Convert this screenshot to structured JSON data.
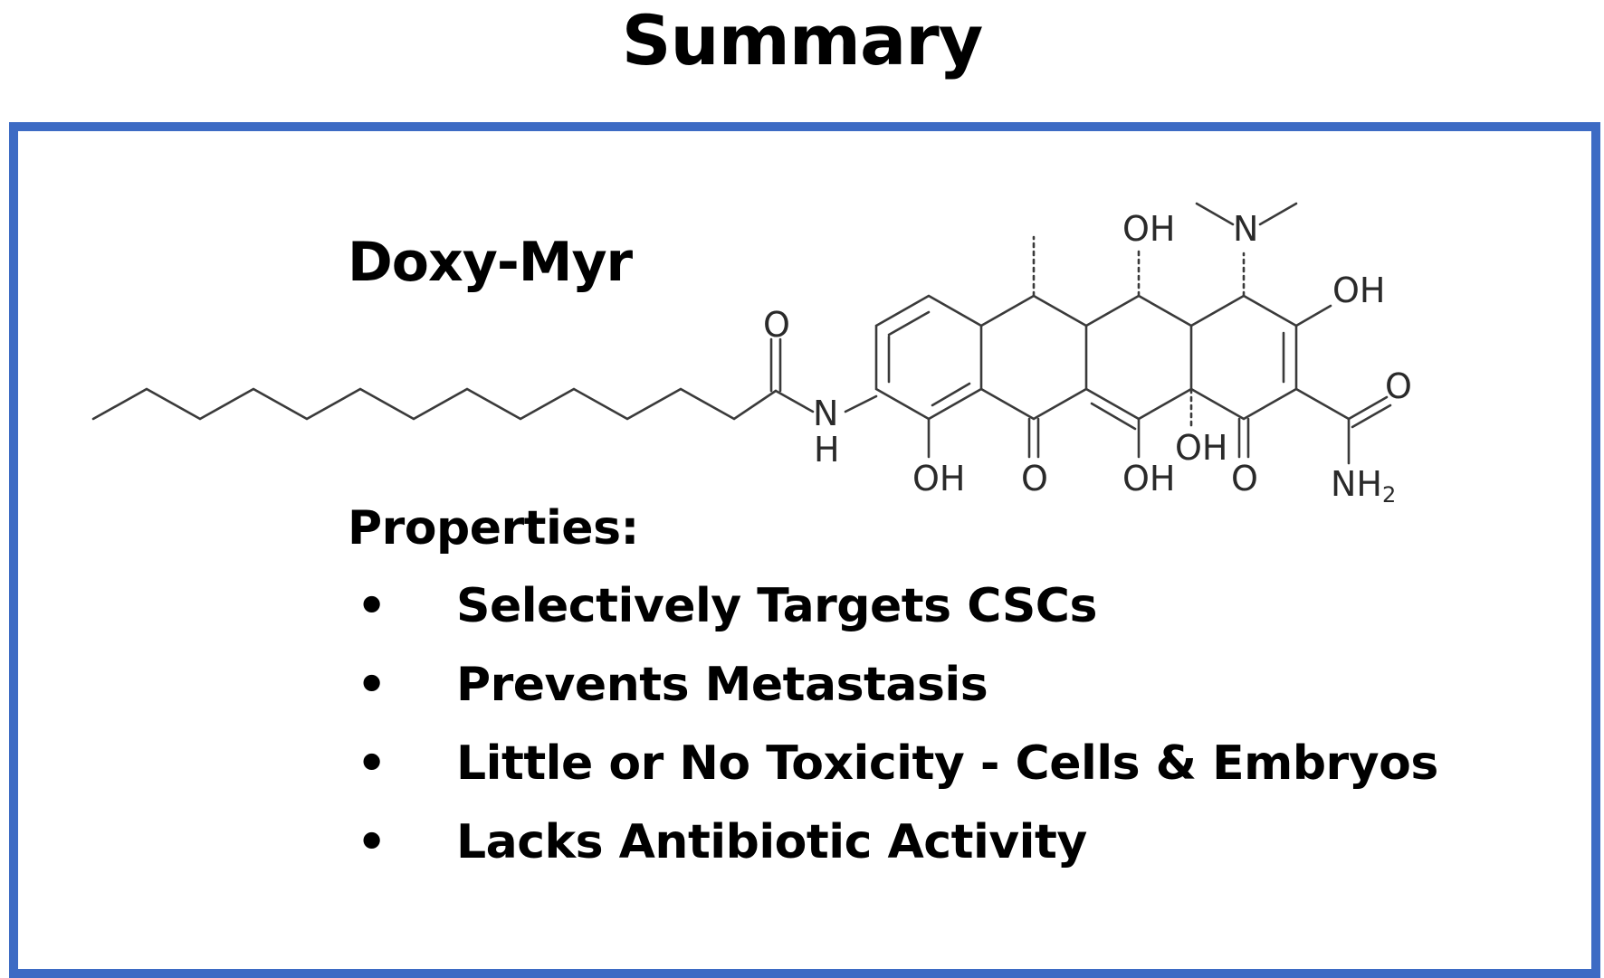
{
  "title": "Summary",
  "panel": {
    "border_color": "#3d6bc4",
    "compound_name": "Doxy-Myr",
    "structure_atom_labels": {
      "amide_oxygen": "O",
      "amide_nitrogen": "N",
      "amide_hydrogen": "H",
      "hydroxyl_1": "OH",
      "ketone_1": "O",
      "hydroxyl_2": "OH",
      "hydroxyl_3": "OH",
      "ketone_2": "O",
      "hydroxyl_top": "OH",
      "dimethylamino": "N",
      "hydroxyl_right": "OH",
      "carboxamide_oxygen": "O",
      "carboxamide_nh": "NH",
      "carboxamide_subscript": "2"
    },
    "properties_heading": "Properties:",
    "properties": [
      {
        "bullet": "•",
        "text": "Selectively Targets CSCs"
      },
      {
        "bullet": "•",
        "text": "Prevents Metastasis"
      },
      {
        "bullet": "•",
        "text": "Little or No Toxicity - Cells & Embryos"
      },
      {
        "bullet": "•",
        "text": "Lacks Antibiotic Activity"
      }
    ]
  }
}
